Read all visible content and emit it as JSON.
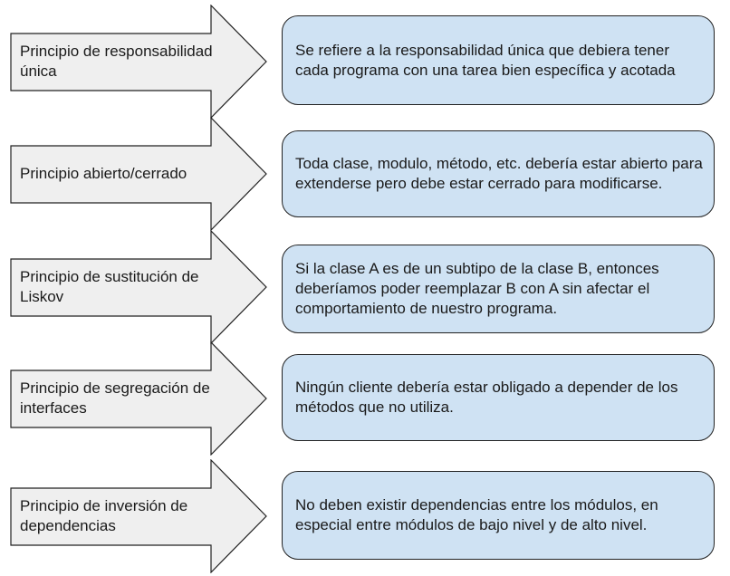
{
  "principles": [
    {
      "name": "Principio de responsabilidad única",
      "description": "Se refiere a la responsabilidad única que debiera tener cada programa con una tarea bien específica y acotada"
    },
    {
      "name": "Principio abierto/cerrado",
      "description": "Toda clase, modulo, método, etc. debería estar abierto para extenderse pero debe estar cerrado para modificarse."
    },
    {
      "name": "Principio de sustitución de Liskov",
      "description": "Si la clase A es de un subtipo de la clase B, entonces deberíamos poder reemplazar B con A sin afectar el comportamiento de nuestro programa."
    },
    {
      "name": "Principio de segregación de interfaces",
      "description": "Ningún cliente debería estar obligado a depender de los métodos que no utiliza."
    },
    {
      "name": "Principio de inversión de dependencias",
      "description": "No deben existir dependencias entre los módulos, en especial entre módulos de bajo nivel y de alto nivel."
    }
  ],
  "colors": {
    "arrow_fill": "#efefef",
    "box_fill": "#cfe2f3",
    "stroke": "#222222"
  }
}
